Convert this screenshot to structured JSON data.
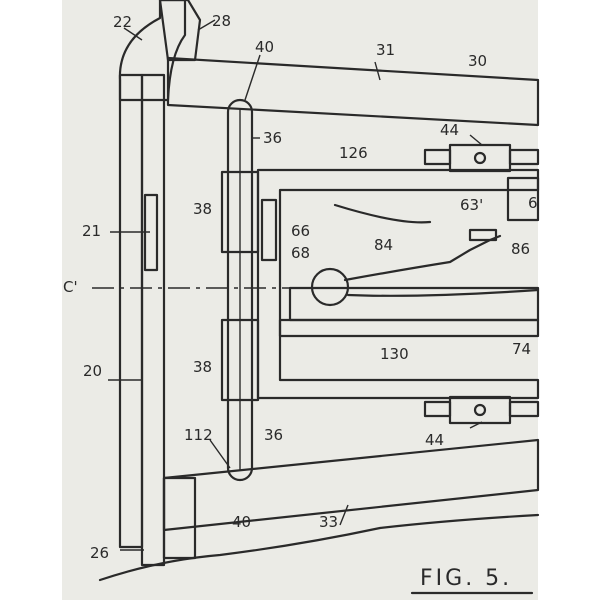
{
  "figure": {
    "caption": "FIG. 5.",
    "centerline_label": "C'",
    "labels": {
      "l22": "22",
      "l28": "28",
      "l40_top": "40",
      "l31": "31",
      "l30": "30",
      "l36_top": "36",
      "l44_top": "44",
      "l126": "126",
      "l38_top": "38",
      "l21": "21",
      "l66": "66",
      "l68": "68",
      "l63": "63'",
      "l6": "6",
      "l84": "84",
      "l86": "86",
      "l130": "130",
      "l74": "74",
      "l20": "20",
      "l38_bot": "38",
      "l112": "112",
      "l36_bot": "36",
      "l44_bot": "44",
      "l40_bot": "40",
      "l33": "33",
      "l26": "26"
    }
  },
  "colors": {
    "paper": "#ebebe6",
    "ink": "#2a2a2a",
    "frame": "#ffffff"
  }
}
